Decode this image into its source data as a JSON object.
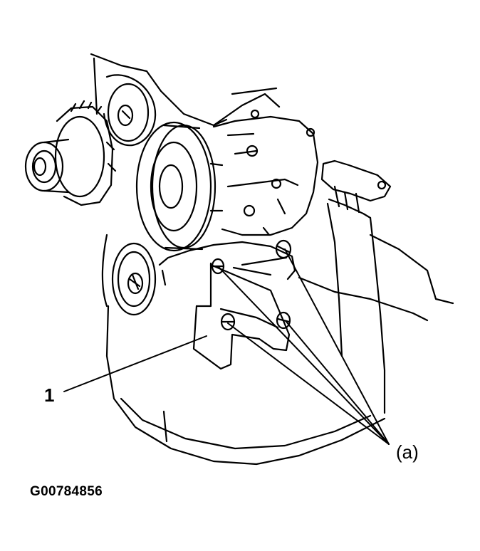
{
  "labels": {
    "part_number": "1",
    "bolt_callout": "(a)",
    "figure_code": "G00784856"
  },
  "colors": {
    "ink": "#000000",
    "paper": "#ffffff"
  }
}
